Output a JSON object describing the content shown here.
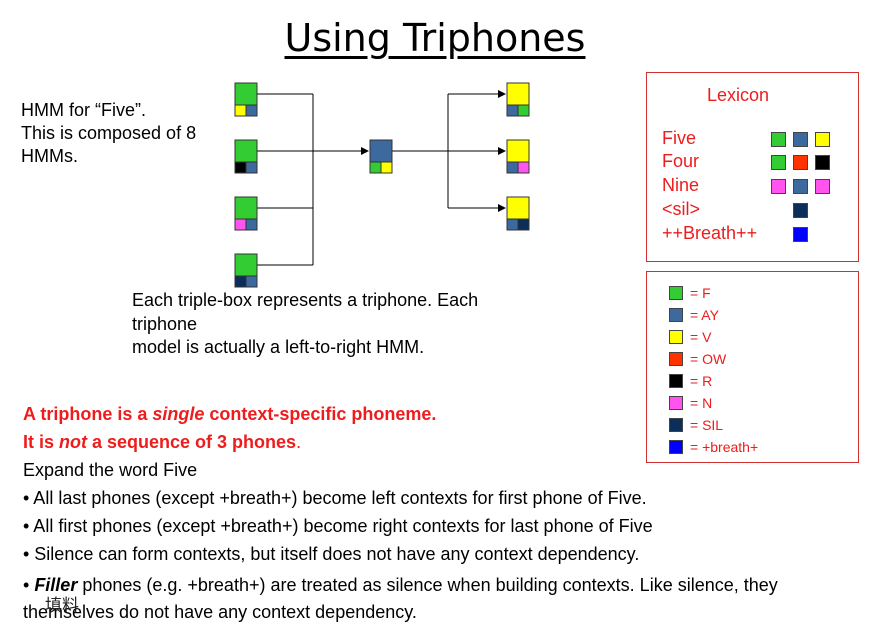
{
  "title": "Using Triphones",
  "hmm_description": [
    "HMM for “Five”.",
    "This is composed of 8",
    "HMMs."
  ],
  "triphone_note": [
    "Each triple-box represents a triphone. Each",
    "triphone",
    "model is actually a left-to-right HMM."
  ],
  "colors": {
    "F": "#33cc33",
    "AY": "#3d6a9e",
    "V": "#ffff00",
    "OW": "#ff3300",
    "R": "#000000",
    "N": "#ff55ee",
    "SIL": "#0b2f5a",
    "breath": "#0000ff",
    "accent": "#ee1c1c"
  },
  "lexicon": {
    "title": "Lexicon",
    "entries": [
      {
        "word": "Five",
        "phones": [
          "F",
          "AY",
          "V"
        ]
      },
      {
        "word": "Four",
        "phones": [
          "F",
          "OW",
          "R"
        ]
      },
      {
        "word": "Nine",
        "phones": [
          "N",
          "AY",
          "N"
        ]
      },
      {
        "word": "<sil>",
        "phones": [
          "SIL"
        ]
      },
      {
        "word": "++Breath++",
        "phones": [
          "breath"
        ]
      }
    ]
  },
  "legend": [
    {
      "phone": "F",
      "label": "= F"
    },
    {
      "phone": "AY",
      "label": "= AY"
    },
    {
      "phone": "V",
      "label": "= V"
    },
    {
      "phone": "OW",
      "label": "= OW"
    },
    {
      "phone": "R",
      "label": "= R"
    },
    {
      "phone": "N",
      "label": "= N"
    },
    {
      "phone": "SIL",
      "label": "= SIL"
    },
    {
      "phone": "breath",
      "label": "= +breath+"
    }
  ],
  "diagram": {
    "first_phone_triphones": [
      {
        "center": "F",
        "left": "V",
        "right": "AY"
      },
      {
        "center": "F",
        "left": "R",
        "right": "AY"
      },
      {
        "center": "F",
        "left": "N",
        "right": "AY"
      },
      {
        "center": "F",
        "left": "SIL",
        "right": "AY"
      }
    ],
    "middle_triphone": {
      "center": "AY",
      "left": "F",
      "right": "V"
    },
    "last_phone_triphones": [
      {
        "center": "V",
        "left": "AY",
        "right": "F"
      },
      {
        "center": "V",
        "left": "AY",
        "right": "N"
      },
      {
        "center": "V",
        "left": "AY",
        "right": "SIL"
      }
    ]
  },
  "emphasis": {
    "line1": {
      "before": "A triphone is a ",
      "italic": "single",
      "after": " context-specific phoneme."
    },
    "line2": {
      "before": "It is ",
      "italic": "not",
      "after": " a sequence of 3 phones",
      "tail": "."
    }
  },
  "expand": "Expand the word Five",
  "bullets": [
    "• All last phones (except +breath+) become left contexts for first phone of Five.",
    "• All first phones (except +breath+) become right contexts for last phone of Five",
    "• Silence can form contexts, but itself does not have any context dependency."
  ],
  "bullet4": {
    "prefix": "• ",
    "bold_italic": "Filler",
    "rest": " phones (e.g. +breath+) are treated as silence when building contexts. Like  silence, they themselves do not have any context dependency."
  },
  "ime_overlay": "填料"
}
